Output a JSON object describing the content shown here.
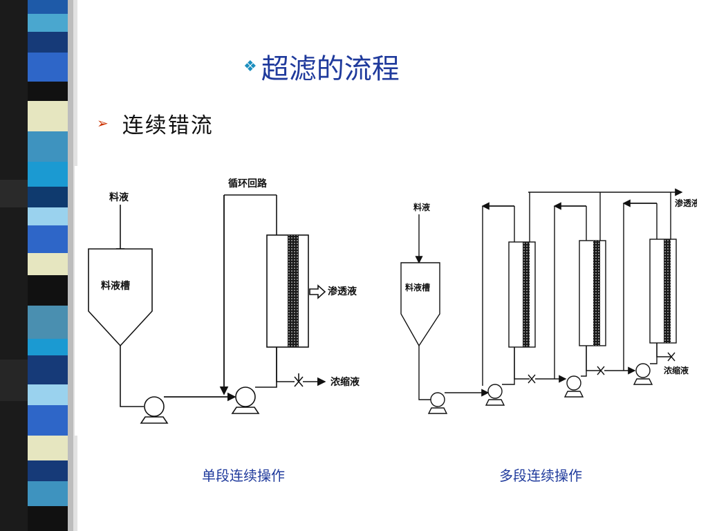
{
  "slide": {
    "title": "超滤的流程",
    "title_bullet": "❖",
    "subtitle": "连续错流",
    "subtitle_bullet": "➢",
    "captions": {
      "left": "单段连续操作",
      "right": "多段连续操作"
    }
  },
  "diagram_single": {
    "feed": "料液",
    "tank": "料液槽",
    "loop": "循环回路",
    "permeate": "渗透液",
    "concentrate": "浓缩液"
  },
  "diagram_multi": {
    "feed": "料液",
    "tank": "料液槽",
    "permeate": "渗透液",
    "concentrate": "浓缩液"
  },
  "colors": {
    "title": "#1f3a9c",
    "title_bullet": "#1c8fbf",
    "sub_bullet": "#cc3300",
    "caption": "#1f3a9c"
  }
}
